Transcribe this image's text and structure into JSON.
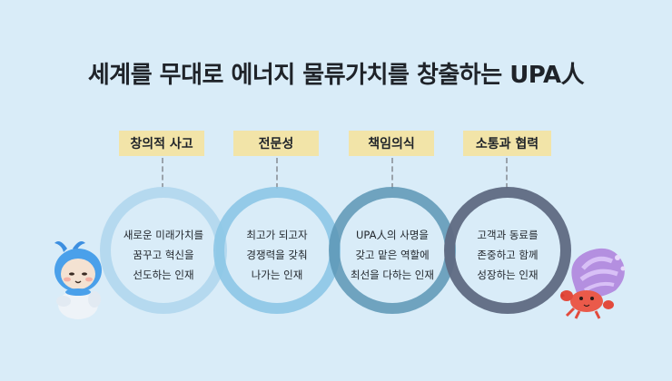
{
  "title": "세계를 무대로 에너지 물류가치를 창출하는 UPA人",
  "values": [
    {
      "label": "창의적 사고",
      "lines": [
        "새로운 미래가치를",
        "꿈꾸고 혁신을",
        "선도하는 인재"
      ],
      "color": "#b3d8ee"
    },
    {
      "label": "전문성",
      "lines": [
        "최고가 되고자",
        "경쟁력을 갖춰",
        "나가는 인재"
      ],
      "color": "#8cc6e6"
    },
    {
      "label": "책임의식",
      "lines": [
        "UPA人의 사명을",
        "갖고 맡은 역할에",
        "최선을 다하는 인재"
      ],
      "color": "#5c96b5"
    },
    {
      "label": "소통과 협력",
      "lines": [
        "고객과 동료를",
        "존중하고 함께",
        "성장하는 인재"
      ],
      "color": "#5f6a82"
    }
  ],
  "mascots": [
    "whale-mascot",
    "hermit-crab-mascot"
  ]
}
